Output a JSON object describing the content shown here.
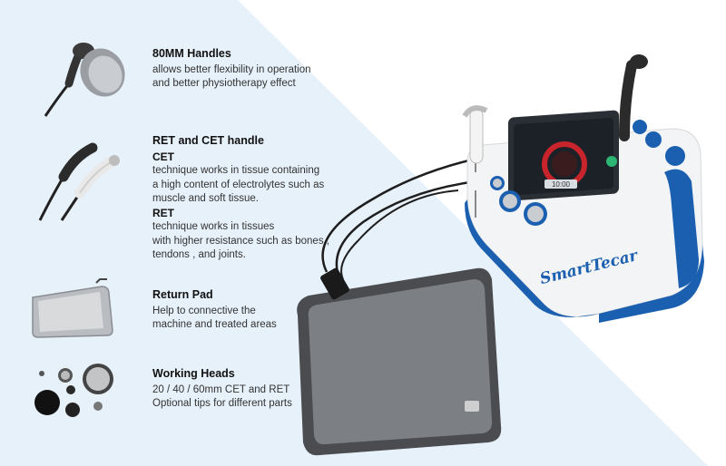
{
  "features": [
    {
      "title": "80MM Handles",
      "lines": [
        "allows better flexibility in operation",
        "and better physiotherapy effect"
      ]
    },
    {
      "title": "RET and CET handle",
      "cet_label": "CET",
      "cet_lines": [
        "technique works in tissue containing",
        "a high content of electrolytes such as",
        "muscle and soft tissue."
      ],
      "ret_label": "RET",
      "ret_lines": [
        "technique works in tissues",
        "with higher resistance such as bones ,",
        "tendons , and joints."
      ]
    },
    {
      "title": "Return Pad",
      "lines": [
        "Help to connective the",
        "machine and treated areas"
      ]
    },
    {
      "title": "Working Heads",
      "lines": [
        "20 / 40 / 60mm CET and RET",
        "Optional tips for different parts"
      ]
    }
  ],
  "device": {
    "brand": "SmartTecar",
    "screen_time": "10:00"
  },
  "colors": {
    "panel": "#e7f1fa",
    "device_blue": "#1b5fb0",
    "screen_red": "#c8242b",
    "pad_gray": "#7c7f83"
  }
}
